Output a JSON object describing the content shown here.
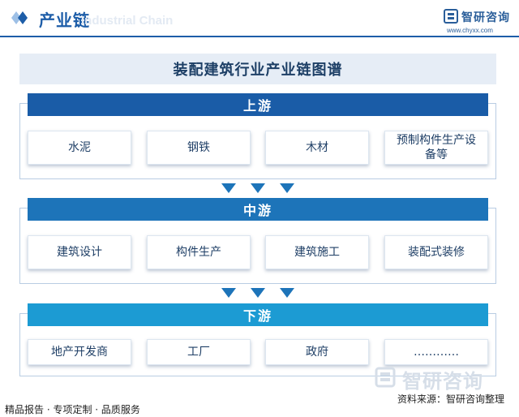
{
  "header": {
    "title": "产业链",
    "watermark": "Industrial Chain",
    "logo_name": "智研咨询",
    "logo_url": "www.chyxx.com"
  },
  "diagram_title": "装配建筑行业产业链图谱",
  "sections": {
    "upstream": {
      "label": "上游",
      "items": [
        "水泥",
        "钢铁",
        "木材",
        "预制构件生产设备等"
      ]
    },
    "midstream": {
      "label": "中游",
      "items": [
        "建筑设计",
        "构件生产",
        "建筑施工",
        "装配式装修"
      ]
    },
    "downstream": {
      "label": "下游",
      "items": [
        "地产开发商",
        "工厂",
        "政府",
        "…………"
      ]
    }
  },
  "watermark_logo": "智研咨询",
  "source": "资料来源：智研咨询整理",
  "footer": "精品报告 · 专项定制 · 品质服务",
  "colors": {
    "primary": "#1d5da8",
    "upstream_head": "#1a5ca7",
    "midstream_head": "#1d74b9",
    "downstream_head": "#1c9bd3",
    "title_band": "#e6edf6"
  }
}
